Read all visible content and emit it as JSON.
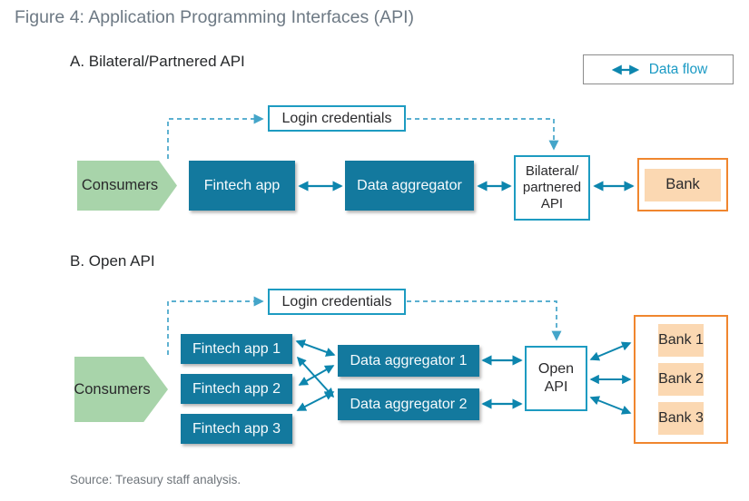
{
  "figure": {
    "title": "Figure 4: Application Programming Interfaces (API)",
    "source": "Source: Treasury staff analysis.",
    "legend_label": "Data flow"
  },
  "panel_a": {
    "heading": "A. Bilateral/Partnered API",
    "login": "Login credentials",
    "consumers": "Consumers",
    "fintech_app": "Fintech app",
    "data_aggregator": "Data aggregator",
    "api": "Bilateral/\npartnered\nAPI",
    "bank": "Bank"
  },
  "panel_b": {
    "heading": "B. Open API",
    "login": "Login credentials",
    "consumers": "Consumers",
    "fintech_apps": [
      "Fintech app 1",
      "Fintech app 2",
      "Fintech app 3"
    ],
    "data_aggregators": [
      "Data aggregator 1",
      "Data aggregator 2"
    ],
    "api": "Open\nAPI",
    "banks": [
      "Bank 1",
      "Bank 2",
      "Bank 3"
    ]
  },
  "colors": {
    "teal_box": "#13799e",
    "teal_border": "#1d9bc1",
    "solid_arrow": "#0d86ae",
    "dashed_arrow": "#44a5c9",
    "consumers_green": "#a8d4aa",
    "bank_orange_border": "#f0862e",
    "bank_peach_fill": "#fbd8b2",
    "title_gray": "#6d7984"
  }
}
